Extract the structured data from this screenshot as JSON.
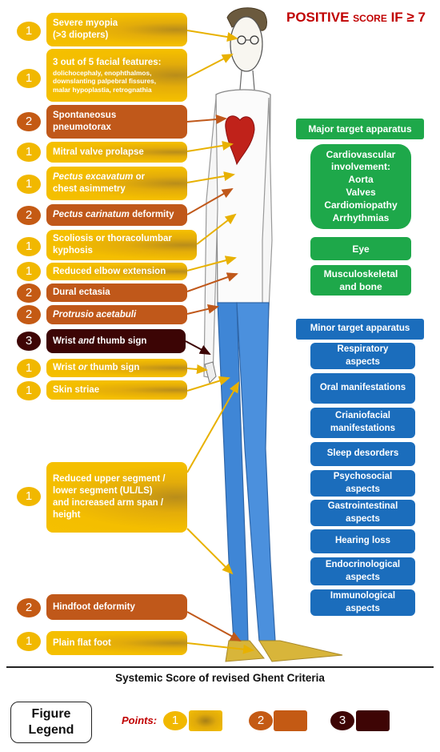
{
  "header": {
    "positive_main": "POSITIVE",
    "positive_score": "score",
    "positive_rest": "IF ≥ 7"
  },
  "criteria": [
    {
      "points": "1",
      "lines": [
        "Severe myopia",
        "(>3 diopters)"
      ]
    },
    {
      "points": "1",
      "title": "3 out of 5 facial features:",
      "detail": [
        "dolichocephaly, enophthalmos,",
        "downslanting palpebral fissures,",
        "malar hypoplastia, retrognathia"
      ]
    },
    {
      "points": "2",
      "lines": [
        "Spontaneosus",
        "pneumotorax"
      ]
    },
    {
      "points": "1",
      "lines": [
        "Mitral valve prolapse"
      ]
    },
    {
      "points": "1",
      "italic": "Pectus excavatum",
      "after": " or",
      "line2": "chest asimmetry"
    },
    {
      "points": "2",
      "italic": "Pectus carinatum",
      "after": " deformity"
    },
    {
      "points": "1",
      "lines": [
        "Scoliosis or thoracolumbar",
        "kyphosis"
      ]
    },
    {
      "points": "1",
      "lines": [
        "Reduced elbow extension"
      ]
    },
    {
      "points": "2",
      "lines": [
        "Dural ectasia"
      ]
    },
    {
      "points": "2",
      "italic_only": "Protrusio acetabuli"
    },
    {
      "points": "3",
      "before": "Wrist ",
      "italic": "and",
      "after": " thumb sign"
    },
    {
      "points": "1",
      "before": "Wrist ",
      "italic": "or",
      "after": " thumb sign"
    },
    {
      "points": "1",
      "lines": [
        "Skin striae"
      ]
    },
    {
      "points": "1",
      "lines": [
        "Reduced upper segment /",
        "lower segment (UL/LS)",
        "and increased arm span /",
        "height"
      ]
    },
    {
      "points": "2",
      "lines": [
        "Hindfoot deformity"
      ]
    },
    {
      "points": "1",
      "lines": [
        "Plain flat foot"
      ]
    }
  ],
  "major": {
    "header": "Major target apparatus",
    "items": [
      [
        "Cardiovascular",
        "involvement:",
        "Aorta",
        "Valves",
        "Cardiomiopathy",
        "Arrhythmias"
      ],
      [
        "Eye"
      ],
      [
        "Musculoskeletal",
        "and bone"
      ]
    ]
  },
  "minor": {
    "header": "Minor target apparatus",
    "items": [
      [
        "Respiratory",
        "aspects"
      ],
      [
        "Oral manifestations"
      ],
      [
        "Crianiofacial",
        "manifestations"
      ],
      [
        "Sleep desorders"
      ],
      [
        "Psychosocial",
        "aspects"
      ],
      [
        "Gastrointestinal",
        "aspects"
      ],
      [
        "Hearing loss"
      ],
      [
        "Endocrinological",
        "aspects"
      ],
      [
        "Immunological",
        "aspects"
      ]
    ]
  },
  "caption": "Systemic Score of revised Ghent Criteria",
  "legend": {
    "box_line1": "Figure",
    "box_line2": "Legend",
    "points_label": "Points:",
    "entries": [
      {
        "value": "1",
        "color": "#f1b800"
      },
      {
        "value": "2",
        "color": "#c45a14"
      },
      {
        "value": "3",
        "color": "#3e0505"
      }
    ]
  },
  "colors": {
    "p1": "#f1b800",
    "p2": "#c45a14",
    "p3": "#3e0505",
    "major": "#1ea84a",
    "minor": "#1b6dbc",
    "alert": "#c00000"
  }
}
